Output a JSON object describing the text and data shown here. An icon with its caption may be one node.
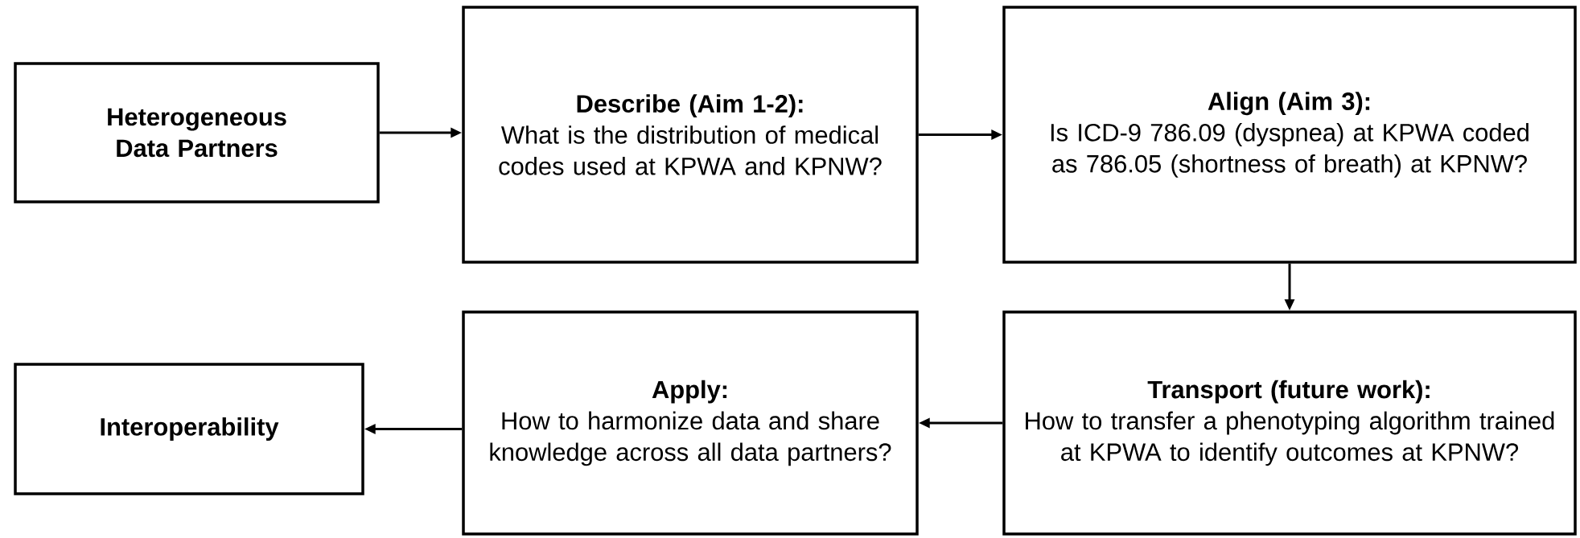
{
  "diagram": {
    "nodes": [
      {
        "text": [
          "Heterogeneous Data Partners"
        ]
      },
      {
        "text": [
          "Describe (Aim 1-2):",
          "What is the distribution of medical codes used at KPWA and KPNW?"
        ]
      },
      {
        "text": [
          "Align (Aim 3):",
          "Is ICD-9 786.09 (dyspnea) at KPWA coded as 786.05 (shortness of breath) at KPNW?"
        ]
      },
      {
        "text": [
          "Interoperability"
        ]
      },
      {
        "text": [
          "Apply:",
          "How to harmonize data and share knowledge across all data partners?"
        ]
      },
      {
        "text": [
          "Transport (future work):",
          "How to transfer a phenotyping algorithm trained at KPWA to identify outcomes at KPNW?"
        ]
      }
    ],
    "edges": [
      {
        "from": 0,
        "to": 1,
        "arrow": "to"
      },
      {
        "from": 1,
        "to": 2,
        "arrow": "to"
      },
      {
        "from": 2,
        "to": 5,
        "arrow": "to"
      },
      {
        "from": 5,
        "to": 4,
        "arrow": "to"
      },
      {
        "from": 4,
        "to": 3,
        "arrow": "to"
      }
    ]
  }
}
